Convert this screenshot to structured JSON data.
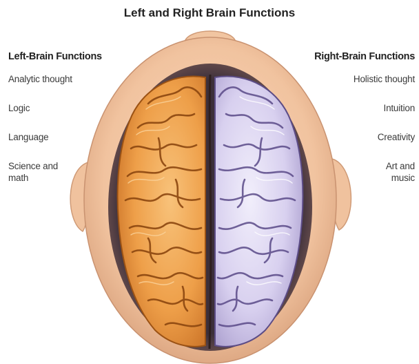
{
  "title": "Left and Right Brain Functions",
  "left": {
    "heading": "Left-Brain Functions",
    "items": [
      "Analytic thought",
      "Logic",
      "Language",
      "Science and math"
    ]
  },
  "right": {
    "heading": "Right-Brain Functions",
    "items": [
      "Holistic thought",
      "Intuition",
      "Creativity",
      "Art and music"
    ]
  },
  "colors": {
    "skin": "#f2c7a4",
    "skin_shadow": "#d9a27e",
    "left_brain": "#ec9a43",
    "left_brain_dark": "#b55f18",
    "right_brain": "#d9d2ee",
    "right_brain_dark": "#6f5f98",
    "fissure": "#3b2a2a"
  }
}
